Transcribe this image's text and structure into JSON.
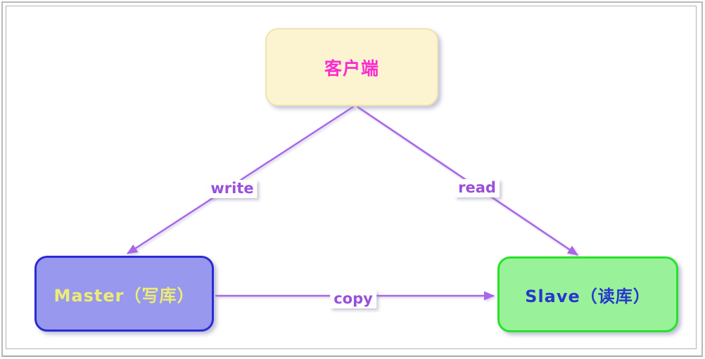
{
  "diagram": {
    "title": "master-slave-replication-diagram",
    "nodes": [
      {
        "id": "client",
        "label": "客户端",
        "fill": "#fcf4d1",
        "border": "#efe3ae",
        "text_color": "#fb2bd0"
      },
      {
        "id": "master",
        "label": "Master（写库）",
        "fill": "#9898ee",
        "border": "#2b2bd5",
        "text_color": "#eded72"
      },
      {
        "id": "slave",
        "label": "Slave（读库）",
        "fill": "#99f299",
        "border": "#28e228",
        "text_color": "#2936ce"
      }
    ],
    "edges": [
      {
        "id": "write",
        "label": "write",
        "from": "client",
        "to": "master"
      },
      {
        "id": "read",
        "label": "read",
        "from": "client",
        "to": "slave"
      },
      {
        "id": "copy",
        "label": "copy",
        "from": "master",
        "to": "slave"
      }
    ],
    "edge_color": "#a966eb",
    "edge_label_color": "#9850dc",
    "frame_color": "#b3b3b3"
  }
}
